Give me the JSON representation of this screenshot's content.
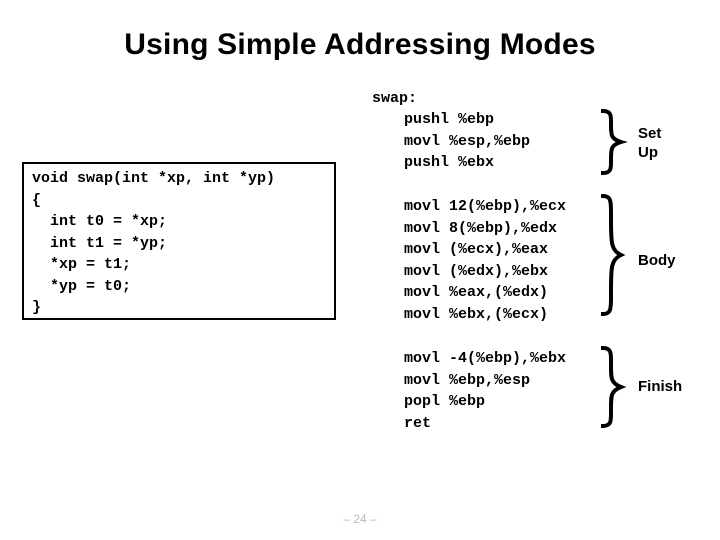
{
  "slide": {
    "title": "Using Simple Addressing Modes",
    "page_footer": "– 24 –",
    "background_color": "#ffffff",
    "text_color": "#000000",
    "footer_color": "#b9b9b9"
  },
  "c_code": {
    "language": "C",
    "text": "void swap(int *xp, int *yp)\n{\n  int t0 = *xp;\n  int t1 = *yp;\n  *xp = t1;\n  *yp = t0;\n}",
    "lines": [
      "void swap(int *xp, int *yp)",
      "{",
      "  int t0 = *xp;",
      "  int t1 = *yp;",
      "  *xp = t1;",
      "  *yp = t0;",
      "}"
    ]
  },
  "assembly": {
    "function_label": "swap:",
    "sections": [
      {
        "name": "Set Up",
        "label": "Set\nUp",
        "label_line1": "Set",
        "label_line2": "Up",
        "instructions": [
          "pushl %ebp",
          "movl %esp,%ebp",
          "pushl %ebx"
        ],
        "text": "pushl %ebp\nmovl %esp,%ebp\npushl %ebx"
      },
      {
        "name": "Body",
        "label": "Body",
        "instructions": [
          "movl 12(%ebp),%ecx",
          "movl 8(%ebp),%edx",
          "movl (%ecx),%eax",
          "movl (%edx),%ebx",
          "movl %eax,(%edx)",
          "movl %ebx,(%ecx)"
        ],
        "text": "movl 12(%ebp),%ecx\nmovl 8(%ebp),%edx\nmovl (%ecx),%eax\nmovl (%edx),%ebx\nmovl %eax,(%edx)\nmovl %ebx,(%ecx)"
      },
      {
        "name": "Finish",
        "label": "Finish",
        "instructions": [
          "movl -4(%ebp),%ebx",
          "movl %ebp,%esp",
          "popl %ebp",
          "ret"
        ],
        "text": "movl -4(%ebp),%ebx\nmovl %ebp,%esp\npopl %ebp\nret"
      }
    ]
  }
}
